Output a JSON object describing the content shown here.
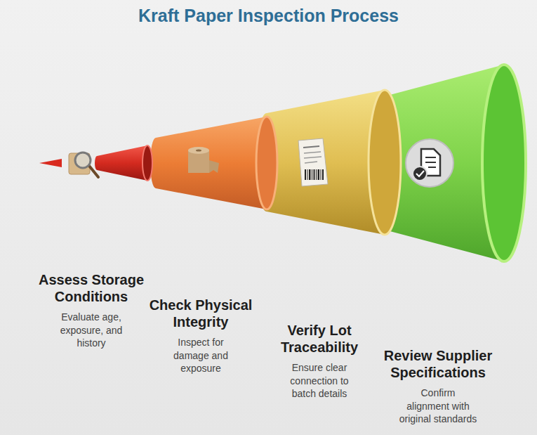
{
  "diagram": {
    "title": "Kraft Paper Inspection Process",
    "nodes": [
      {
        "text": [
          "Assess Storage Conditions",
          "Evaluate age, exposure, and history"
        ]
      },
      {
        "text": [
          "Check Physical Integrity",
          "Inspect for damage and exposure"
        ]
      },
      {
        "text": [
          "Verify Lot Traceability",
          "Ensure clear connection to batch details"
        ]
      },
      {
        "text": [
          "Review Supplier Specifications",
          "Confirm alignment with original standards"
        ]
      }
    ]
  }
}
